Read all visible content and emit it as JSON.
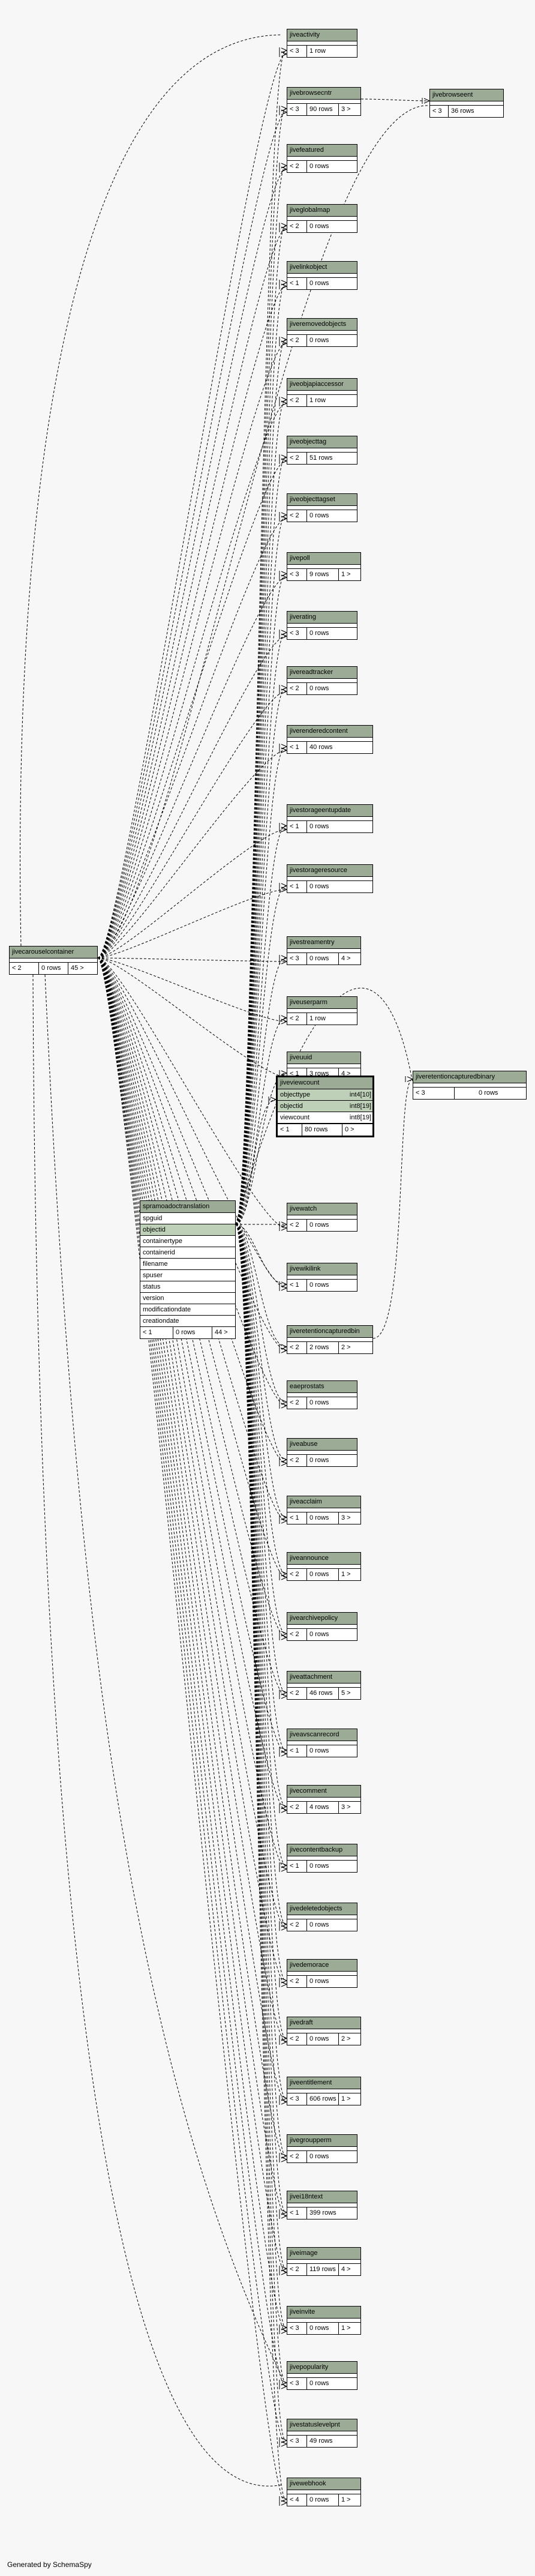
{
  "footer": "Generated by SchemaSpy",
  "tables": [
    {
      "name": "jiveactivity",
      "parent": "< 3",
      "rows": "1 row",
      "child": ""
    },
    {
      "name": "jivebrowsecntr",
      "parent": "< 3",
      "rows": "90 rows",
      "child": "3 >"
    },
    {
      "name": "jivefeatured",
      "parent": "< 2",
      "rows": "0 rows",
      "child": ""
    },
    {
      "name": "jiveglobalmap",
      "parent": "< 2",
      "rows": "0 rows",
      "child": ""
    },
    {
      "name": "jivelinkobject",
      "parent": "< 1",
      "rows": "0 rows",
      "child": ""
    },
    {
      "name": "jiveremovedobjects",
      "parent": "< 2",
      "rows": "0 rows",
      "child": ""
    },
    {
      "name": "jiveobjapiaccessor",
      "parent": "< 2",
      "rows": "1 row",
      "child": ""
    },
    {
      "name": "jiveobjecttag",
      "parent": "< 2",
      "rows": "51 rows",
      "child": ""
    },
    {
      "name": "jiveobjecttagset",
      "parent": "< 2",
      "rows": "0 rows",
      "child": ""
    },
    {
      "name": "jivepoll",
      "parent": "< 3",
      "rows": "9 rows",
      "child": "1 >"
    },
    {
      "name": "jiverating",
      "parent": "< 3",
      "rows": "0 rows",
      "child": ""
    },
    {
      "name": "jivereadtracker",
      "parent": "< 2",
      "rows": "0 rows",
      "child": ""
    },
    {
      "name": "jiverenderedcontent",
      "parent": "< 1",
      "rows": "40 rows",
      "child": ""
    },
    {
      "name": "jivestorageentupdate",
      "parent": "< 1",
      "rows": "0 rows",
      "child": ""
    },
    {
      "name": "jivestorageresource",
      "parent": "< 1",
      "rows": "0 rows",
      "child": ""
    },
    {
      "name": "jivestreamentry",
      "parent": "< 3",
      "rows": "0 rows",
      "child": "4 >"
    },
    {
      "name": "jiveuserparm",
      "parent": "< 2",
      "rows": "1 row",
      "child": ""
    },
    {
      "name": "jiveuuid",
      "parent": "< 1",
      "rows": "3 rows",
      "child": "4 >"
    },
    {
      "name": "jivewatch",
      "parent": "< 2",
      "rows": "0 rows",
      "child": ""
    },
    {
      "name": "jivewikilink",
      "parent": "< 1",
      "rows": "0 rows",
      "child": ""
    },
    {
      "name": "jiveretentioncapturedbin",
      "parent": "< 2",
      "rows": "2 rows",
      "child": "2 >"
    },
    {
      "name": "eaeprostats",
      "parent": "< 2",
      "rows": "0 rows",
      "child": ""
    },
    {
      "name": "jiveabuse",
      "parent": "< 2",
      "rows": "0 rows",
      "child": ""
    },
    {
      "name": "jiveacclaim",
      "parent": "< 1",
      "rows": "0 rows",
      "child": "3 >"
    },
    {
      "name": "jiveannounce",
      "parent": "< 2",
      "rows": "0 rows",
      "child": "1 >"
    },
    {
      "name": "jivearchivepolicy",
      "parent": "< 2",
      "rows": "0 rows",
      "child": ""
    },
    {
      "name": "jiveattachment",
      "parent": "< 2",
      "rows": "46 rows",
      "child": "5 >"
    },
    {
      "name": "jiveavscanrecord",
      "parent": "< 1",
      "rows": "0 rows",
      "child": ""
    },
    {
      "name": "jivecomment",
      "parent": "< 2",
      "rows": "4 rows",
      "child": "3 >"
    },
    {
      "name": "jivecontentbackup",
      "parent": "< 1",
      "rows": "0 rows",
      "child": ""
    },
    {
      "name": "jivedeletedobjects",
      "parent": "< 2",
      "rows": "0 rows",
      "child": ""
    },
    {
      "name": "jivedemorace",
      "parent": "< 2",
      "rows": "0 rows",
      "child": ""
    },
    {
      "name": "jivedraft",
      "parent": "< 2",
      "rows": "0 rows",
      "child": "2 >"
    },
    {
      "name": "jiveentitlement",
      "parent": "< 3",
      "rows": "606 rows",
      "child": "1 >"
    },
    {
      "name": "jivegroupperm",
      "parent": "< 2",
      "rows": "0 rows",
      "child": ""
    },
    {
      "name": "jivei18ntext",
      "parent": "< 1",
      "rows": "399 rows",
      "child": ""
    },
    {
      "name": "jiveimage",
      "parent": "< 2",
      "rows": "119 rows",
      "child": "4 >"
    },
    {
      "name": "jiveinvite",
      "parent": "< 3",
      "rows": "0 rows",
      "child": "1 >"
    },
    {
      "name": "jivepopularity",
      "parent": "< 3",
      "rows": "0 rows",
      "child": ""
    },
    {
      "name": "jivestatuslevelpnt",
      "parent": "< 3",
      "rows": "49 rows",
      "child": ""
    },
    {
      "name": "jivewebhook",
      "parent": "< 4",
      "rows": "0 rows",
      "child": "1 >"
    }
  ],
  "jivebrowseent": {
    "name": "jivebrowseent",
    "parent": "< 3",
    "rows": "36 rows",
    "child": ""
  },
  "jiveretentioncapturedbinary": {
    "name": "jiveretentioncapturedbinary",
    "parent": "< 3",
    "rows": "0 rows",
    "child": ""
  },
  "jivecarouselcontainer": {
    "name": "jivecarouselcontainer",
    "parent": "< 2",
    "rows": "0 rows",
    "child": "45 >"
  },
  "jiveviewcount": {
    "name": "jiveviewcount",
    "columns": [
      {
        "name": "objecttype",
        "type": "int4[10]",
        "pk": true
      },
      {
        "name": "objectid",
        "type": "int8[19]",
        "pk": true
      },
      {
        "name": "viewcount",
        "type": "int8[19]",
        "pk": false
      }
    ],
    "parent": "< 1",
    "rows": "80 rows",
    "child": "0 >"
  },
  "spramoadoctranslation": {
    "name": "spramoadoctranslation",
    "columns": [
      "spguid",
      "objectid",
      "containertype",
      "containerid",
      "filename",
      "spuser",
      "status",
      "version",
      "modificationdate",
      "creationdate"
    ],
    "pk_index": 1,
    "parent": "< 1",
    "rows": "0 rows",
    "child": "44 >"
  }
}
